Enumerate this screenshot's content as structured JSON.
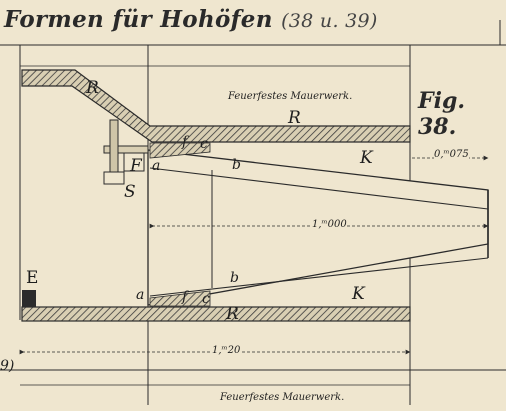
{
  "title": {
    "main": "Formen für Hohöfen",
    "sub": "(38 u. 39)"
  },
  "figure_label": "Fig. 38.",
  "labels": {
    "R_top_left": "R",
    "R_top_right": "R",
    "R_bottom": "R",
    "K_top": "K",
    "K_bottom": "K",
    "a_top": "a",
    "a_bottom": "a",
    "b_top": "b",
    "b_bottom": "b",
    "c_top": "c",
    "c_bottom": "c",
    "f_top": "f",
    "f_bottom": "f",
    "F": "F",
    "S": "S",
    "E": "E",
    "left_edge": "9)"
  },
  "texts": {
    "masonry_top": "Feuerfestes Mauerwerk.",
    "masonry_bottom": "Feuerfestes Mauerwerk."
  },
  "dimensions": {
    "d1": "0,ᵐ075",
    "d2": "1,ᵐ000",
    "d3": "1,ᵐ20"
  },
  "colors": {
    "paper": "#efe6cf",
    "ink": "#2b2b2b",
    "hatch": "#3a3a3a"
  }
}
